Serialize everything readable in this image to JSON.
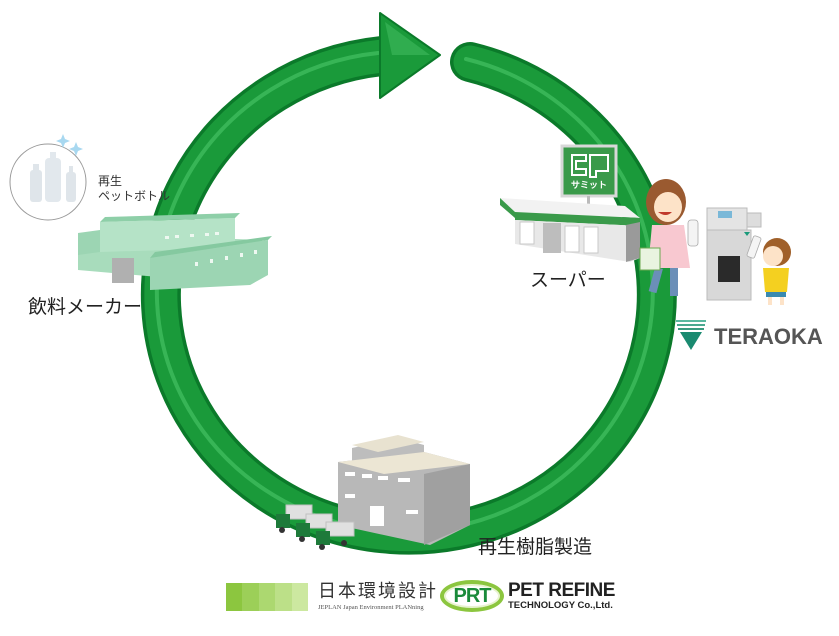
{
  "diagram": {
    "title": "PET bottle recycling loop",
    "colors": {
      "arrow_green": "#1a9a3a",
      "arrow_dark": "#0b7a2a",
      "arrow_light": "#5cc878",
      "maker_building": "#9fd9b5",
      "super_green": "#3a9a4a",
      "resin_building": "#b8b8b8",
      "teraoka_teal": "#1a9a7a"
    },
    "nodes": [
      {
        "id": "beverage-maker",
        "label": "飲料メーカー",
        "icon": "factory-building-icon"
      },
      {
        "id": "supermarket",
        "label": "スーパー",
        "icon": "supermarket-store-icon",
        "sign_text": "サミット"
      },
      {
        "id": "resin-plant",
        "label": "再生樹脂製造",
        "icon": "recycling-plant-icon"
      }
    ],
    "bottle_callout": {
      "line1": "再生",
      "line2": "ペットボトル",
      "icon": "recycled-bottles-icon"
    },
    "flow": [
      "飲料メーカー",
      "スーパー",
      "再生樹脂製造",
      "飲料メーカー"
    ],
    "flow_direction": "clockwise"
  },
  "logos": {
    "teraoka": {
      "text": "TERAOKA",
      "icon": "teraoka-triangle-icon"
    },
    "jeplan": {
      "jp": "日本環境設計",
      "en": "JEPLAN Japan Environment PLANning"
    },
    "prt": {
      "badge": "PRT",
      "name": "PET REFINE",
      "sub": "TECHNOLOGY Co.,Ltd."
    }
  }
}
